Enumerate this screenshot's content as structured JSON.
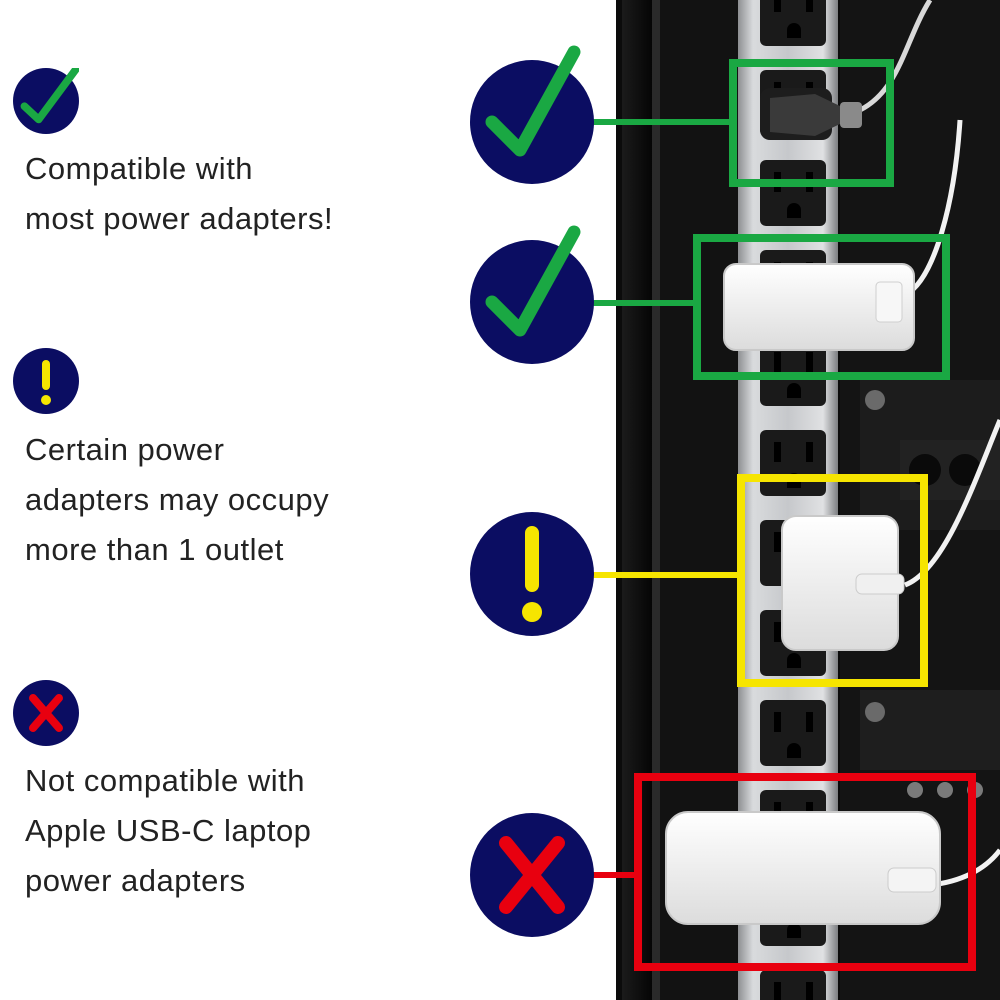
{
  "colors": {
    "navy": "#0b0d62",
    "compatible": "#1aa843",
    "warning": "#f6e500",
    "incompatible": "#e8000f",
    "rack": "#0f0f0f",
    "strip": "#c9cbce",
    "adapter": "#f1f1f1"
  },
  "legend": [
    {
      "status": "compatible",
      "icon": "check-icon",
      "lines": [
        "Compatible with",
        "most power adapters!"
      ]
    },
    {
      "status": "warning",
      "icon": "exclamation-icon",
      "lines": [
        "Certain power",
        "adapters may occupy",
        "more than 1 outlet"
      ]
    },
    {
      "status": "incompatible",
      "icon": "cross-icon",
      "lines": [
        "Not compatible with",
        "Apple USB-C laptop",
        "power adapters"
      ]
    }
  ],
  "photo": {
    "subject": "power strip with outlets mounted in black rack, with adapters plugged in",
    "callouts": [
      {
        "status": "compatible",
        "icon": "check-icon",
        "adapter": "plug"
      },
      {
        "status": "compatible",
        "icon": "check-icon",
        "adapter": "wide brick"
      },
      {
        "status": "warning",
        "icon": "exclamation-icon",
        "adapter": "cube charger"
      },
      {
        "status": "incompatible",
        "icon": "cross-icon",
        "adapter": "laptop brick"
      }
    ]
  }
}
